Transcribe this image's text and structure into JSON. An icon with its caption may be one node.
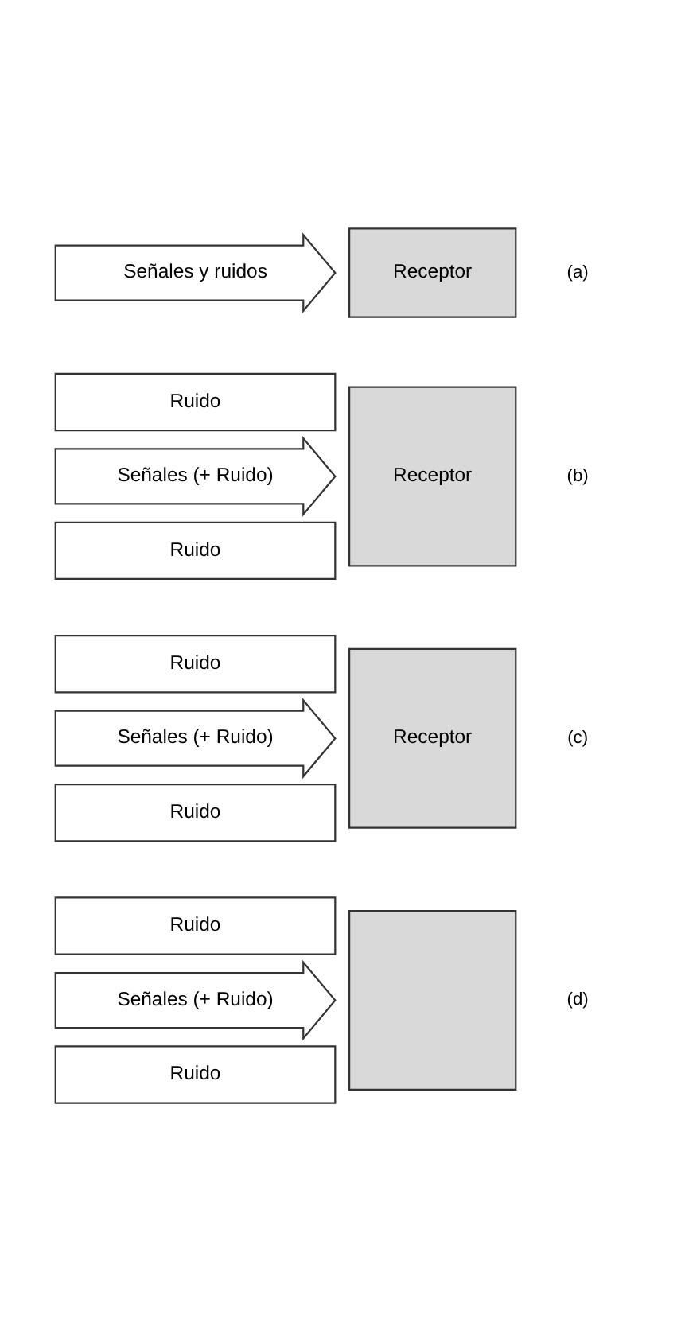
{
  "diagram": {
    "nodes": [
      {
        "text": [
          "Señales y ruidos"
        ]
      },
      {
        "text": [
          "Receptor"
        ]
      },
      {
        "text": [
          "Ruido"
        ]
      },
      {
        "text": [
          "Señales (+ Ruido)"
        ]
      },
      {
        "text": [
          "Ruido"
        ]
      },
      {
        "text": [
          "Receptor"
        ]
      },
      {
        "text": [
          "Ruido"
        ]
      },
      {
        "text": [
          "Señales (+ Ruido)"
        ]
      },
      {
        "text": [
          "Ruido"
        ]
      },
      {
        "text": [
          "Receptor"
        ]
      },
      {
        "text": [
          "Ruido"
        ]
      },
      {
        "text": [
          "Señales (+ Ruido)"
        ]
      },
      {
        "text": [
          "Ruido"
        ]
      },
      {
        "text": [],
        "shape": "box"
      }
    ],
    "labels": [
      "(a)",
      "(b)",
      "(c)",
      "(d)"
    ]
  }
}
